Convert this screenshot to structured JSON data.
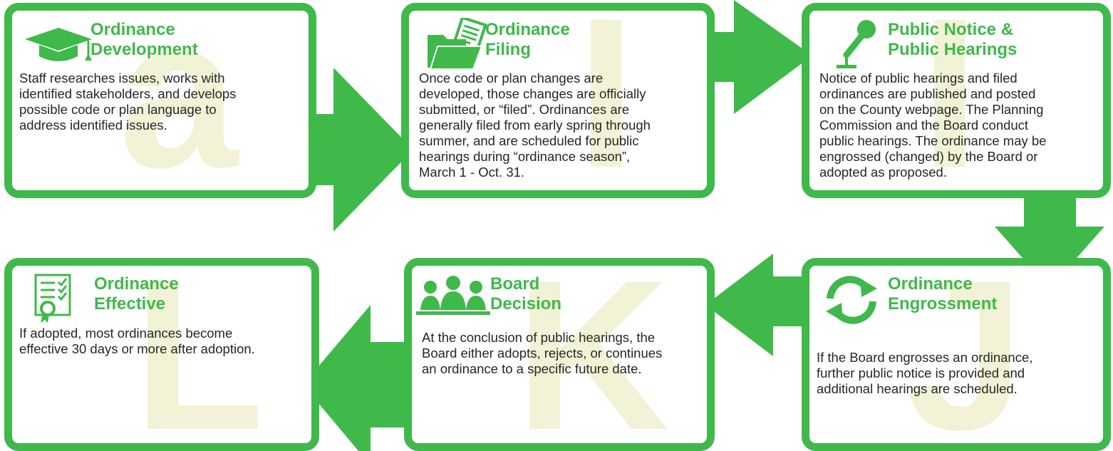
{
  "diagram": {
    "colors": {
      "accent": "#3fb94a",
      "watermark": "#f2f3d6",
      "text": "#262626"
    },
    "steps": [
      {
        "letter": "a",
        "title": "Ordinance\nDevelopment",
        "icon": "graduation-cap-icon",
        "body": "Staff researches issues, works with\nidentified stakeholders, and develops\npossible code or plan language to\naddress identified issues."
      },
      {
        "letter": "I",
        "title": "Ordinance\nFiling",
        "icon": "folder-document-icon",
        "body": "Once code or plan changes are\ndeveloped, those changes are officially\nsubmitted, or “filed”. Ordinances are\ngenerally filed from early spring through\nsummer, and are scheduled for public\nhearings during “ordinance season”,\nMarch 1 - Oct. 31."
      },
      {
        "letter": "I",
        "title": "Public Notice &\nPublic Hearings",
        "icon": "microphone-icon",
        "body": "Notice of public hearings and filed\nordinances are published and posted\non the County webpage. The Planning\nCommission and the Board conduct\npublic hearings. The ordinance may be\nengrossed (changed) by the Board or\nadopted as proposed."
      },
      {
        "letter": "J",
        "title": "Ordinance\nEngrossment",
        "icon": "cycle-arrows-icon",
        "body": "If the Board engrosses an ordinance,\nfurther public notice is provided and\nadditional hearings are scheduled."
      },
      {
        "letter": "K",
        "title": "Board\nDecision",
        "icon": "board-members-icon",
        "body": "At the conclusion of public hearings, the\nBoard either adopts, rejects, or continues\nan ordinance to a specific future date."
      },
      {
        "letter": "L",
        "title": "Ordinance\nEffective",
        "icon": "certificate-checklist-icon",
        "body": "If adopted, most ordinances become\neffective 30 days or more after adoption."
      }
    ]
  }
}
